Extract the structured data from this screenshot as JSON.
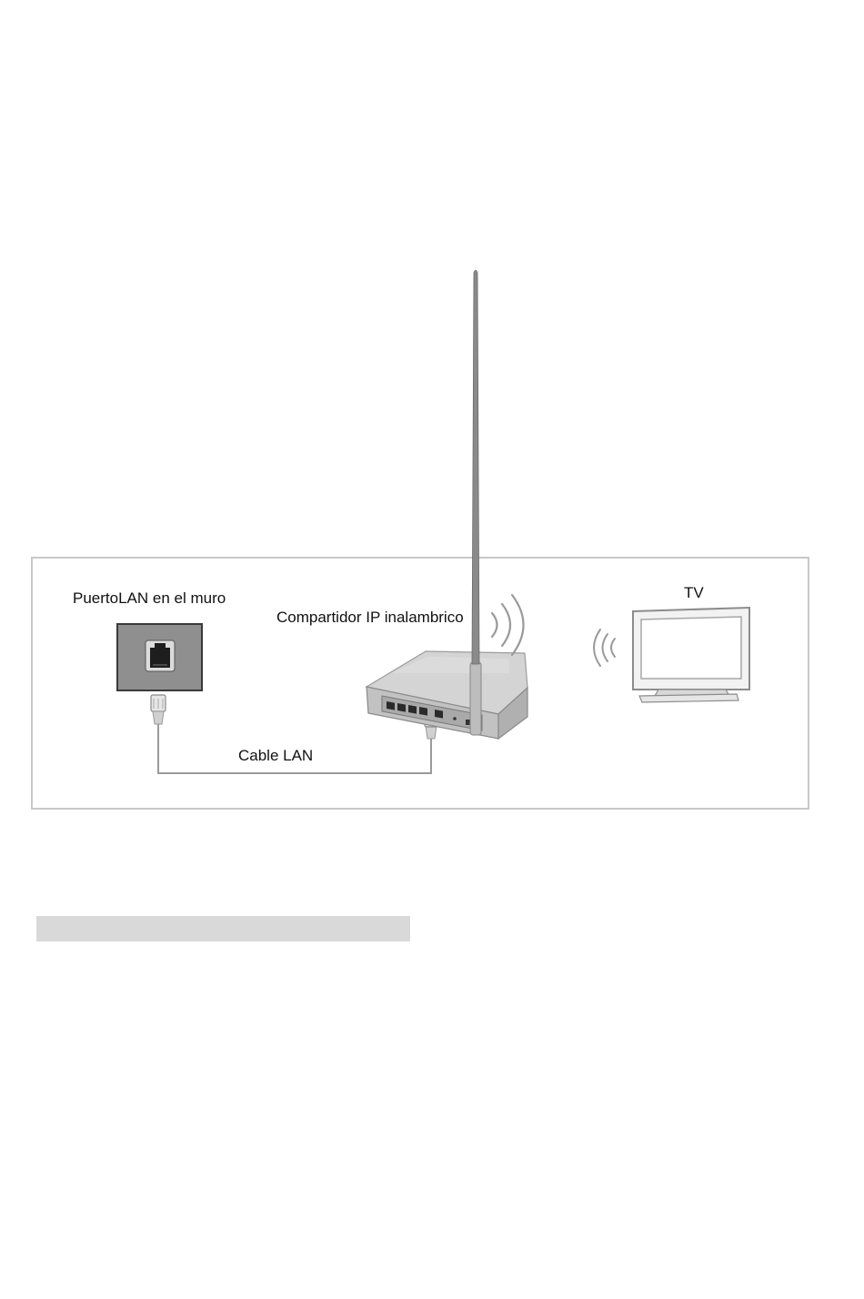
{
  "diagram": {
    "labels": {
      "wall_port": "PuertoLAN en el muro",
      "router": "Compartidor IP inalambrico",
      "tv": "TV",
      "cable": "Cable LAN"
    },
    "icons": {
      "wall_port": "lan-wall-socket-icon",
      "router": "wireless-router-icon",
      "tv": "tv-icon",
      "plug": "rj45-plug-icon",
      "wifi": "wifi-signal-icon"
    }
  }
}
